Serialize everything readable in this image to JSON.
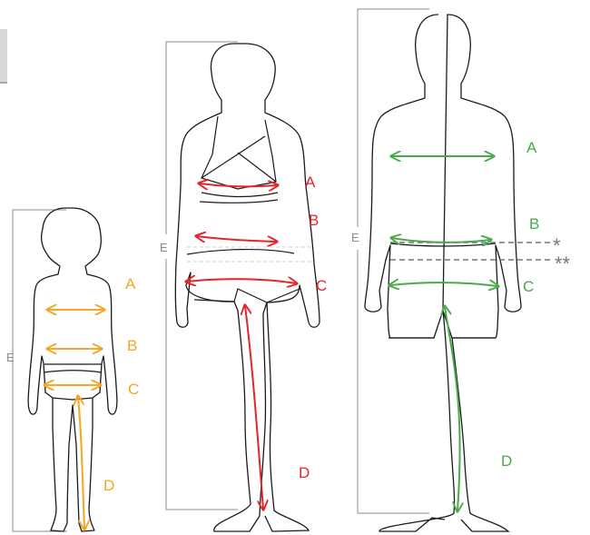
{
  "colors": {
    "child": "#f5a623",
    "woman": "#e3262b",
    "man": "#4aaa48",
    "frame": "#8c8c8c",
    "outline": "#1a1a1a",
    "guide": "#777777",
    "corner_block": "#d9d9d9"
  },
  "figures": {
    "child": {
      "labels": {
        "a": "A",
        "b": "B",
        "c": "C",
        "d": "D",
        "e": "E"
      }
    },
    "woman": {
      "labels": {
        "a": "A",
        "b": "B",
        "c": "C",
        "d": "D",
        "e": "E"
      }
    },
    "man": {
      "labels": {
        "a": "A",
        "b": "B",
        "c": "C",
        "d": "D",
        "e": "E"
      },
      "markers": {
        "single": "*",
        "double": "**"
      }
    }
  }
}
